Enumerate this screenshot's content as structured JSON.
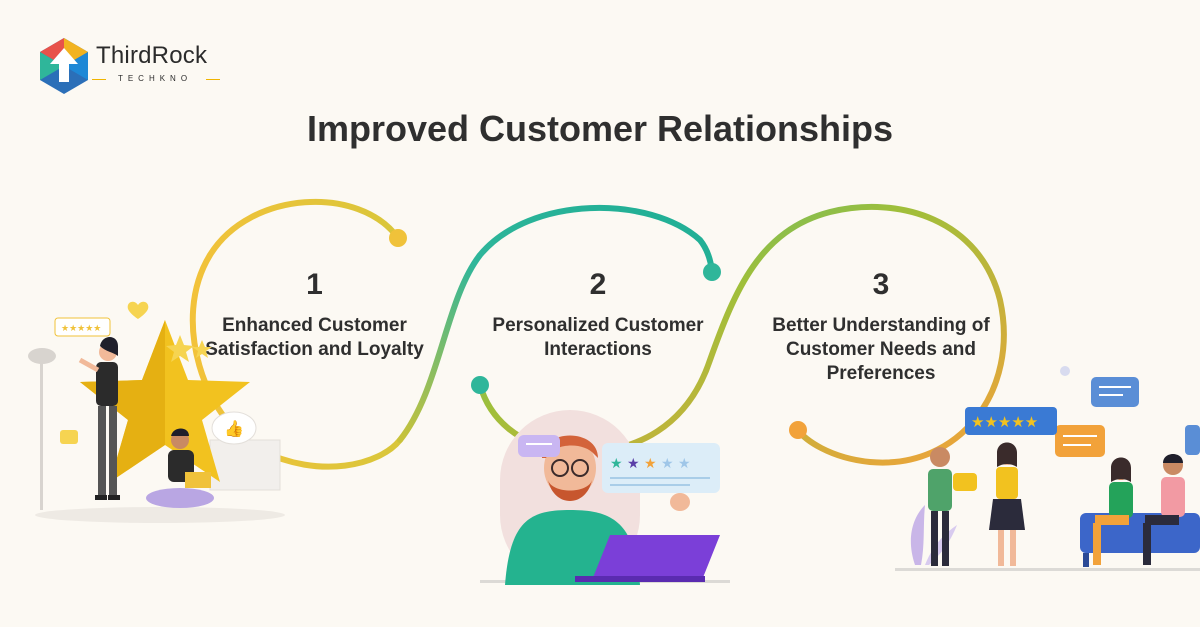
{
  "brand": {
    "name": "ThirdRock",
    "tagline": "TECHKNO"
  },
  "title": "Improved Customer Relationships",
  "steps": [
    {
      "number": "1",
      "text": "Enhanced Customer Satisfaction and Loyalty"
    },
    {
      "number": "2",
      "text": "Personalized Customer Interactions"
    },
    {
      "number": "3",
      "text": "Better Understanding of Customer Needs and Preferences"
    }
  ],
  "colors": {
    "background": "#fcf9f3",
    "step1": "#f0c23a",
    "step2": "#2fb69a",
    "step3": "#f2a23a"
  }
}
